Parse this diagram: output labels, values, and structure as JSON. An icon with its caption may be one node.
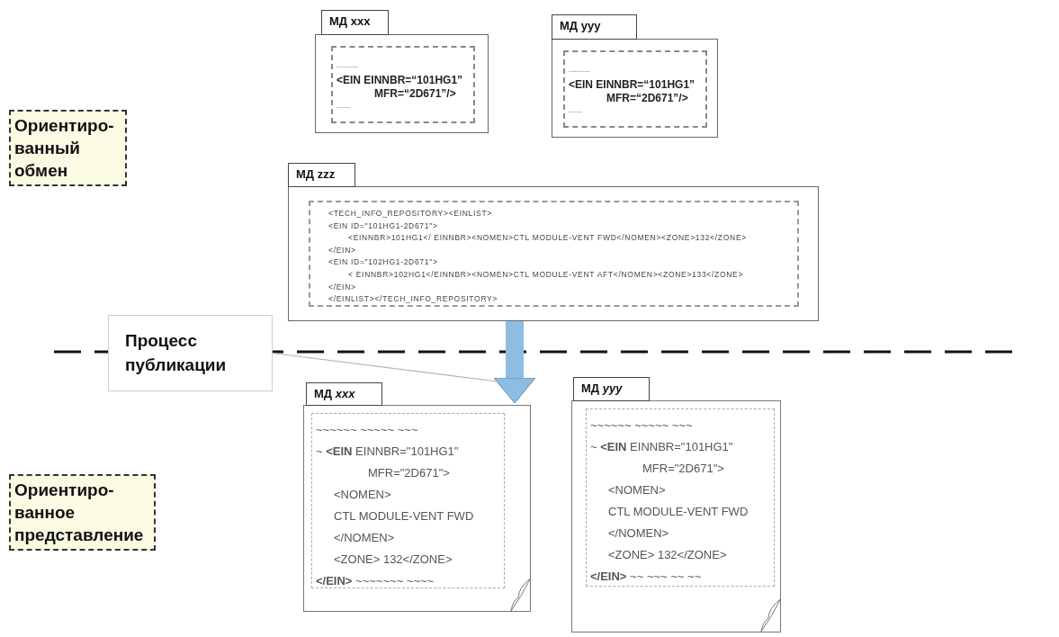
{
  "diagram": {
    "nodes": [
      {
        "text": [
          "Ориентиро- ванный обмен"
        ]
      },
      {
        "text": [
          "МД xxx"
        ]
      },
      {
        "text": [
          "--------",
          "<EIN EINNBR=“101HG1”",
          "MFR=“2D671”/>",
          "-----"
        ],
        "in": 1
      },
      {
        "text": [
          "МД yyy"
        ]
      },
      {
        "text": [
          "--------",
          "<EIN EINNBR=“101HG1”",
          "MFR=“2D671”/>",
          "-----"
        ],
        "in": 3
      },
      {
        "text": [
          "МД zzz"
        ]
      },
      {
        "text": [
          "<TECH_INFO_REPOSITORY><EINLIST>",
          "<EIN ID=\"101HG1-2D671\">",
          "<EINNBR>101HG1</ EINNBR><NOMEN>CTL MODULE-VENT FWD</NOMEN><ZONE>132</ZONE>",
          "</EIN>",
          "<EIN ID=\"102HG1-2D671\">",
          "< EINNBR>102HG1</EINNBR><NOMEN>CTL MODULE-VENT AFT</NOMEN><ZONE>133</ZONE>",
          "</EIN>",
          "</EINLIST></TECH_INFO_REPOSITORY>"
        ],
        "in": 5
      },
      {
        "text": [
          "Процесс публикации"
        ]
      },
      {
        "text": [
          "МД *xxx*"
        ]
      },
      {
        "text": [
          "~~~~~~ ~~~~~ ~~~",
          "~ **<EIN** EINNBR=\"101HG1\"",
          "MFR=\"2D671\">",
          "<NOMEN>",
          "CTL MODULE-VENT FWD",
          "</NOMEN>",
          "<ZONE> 132</ZONE>",
          "**</EIN>** ~~~~~~~ ~~~~"
        ],
        "in": 8
      },
      {
        "text": [
          "МД *yyy*"
        ]
      },
      {
        "text": [
          "~~~~~~ ~~~~~ ~~~",
          "~ **<EIN** EINNBR=\"101HG1\"",
          "MFR=\"2D671\">",
          "<NOMEN>",
          "CTL MODULE-VENT FWD",
          "</NOMEN>",
          "<ZONE> 132</ZONE>",
          "**</EIN>** ~~ ~~~ ~~ ~~"
        ],
        "in": 10
      },
      {
        "text": [
          "Ориентиро- ванное представление"
        ]
      }
    ],
    "edges": [
      {
        "from": 5,
        "to": 8,
        "arrow": "to",
        "style": "thick",
        "color": "#8dbde3"
      },
      {
        "from": 7,
        "to": null,
        "arrow": "none",
        "color": "#b4b4b4"
      }
    ]
  }
}
